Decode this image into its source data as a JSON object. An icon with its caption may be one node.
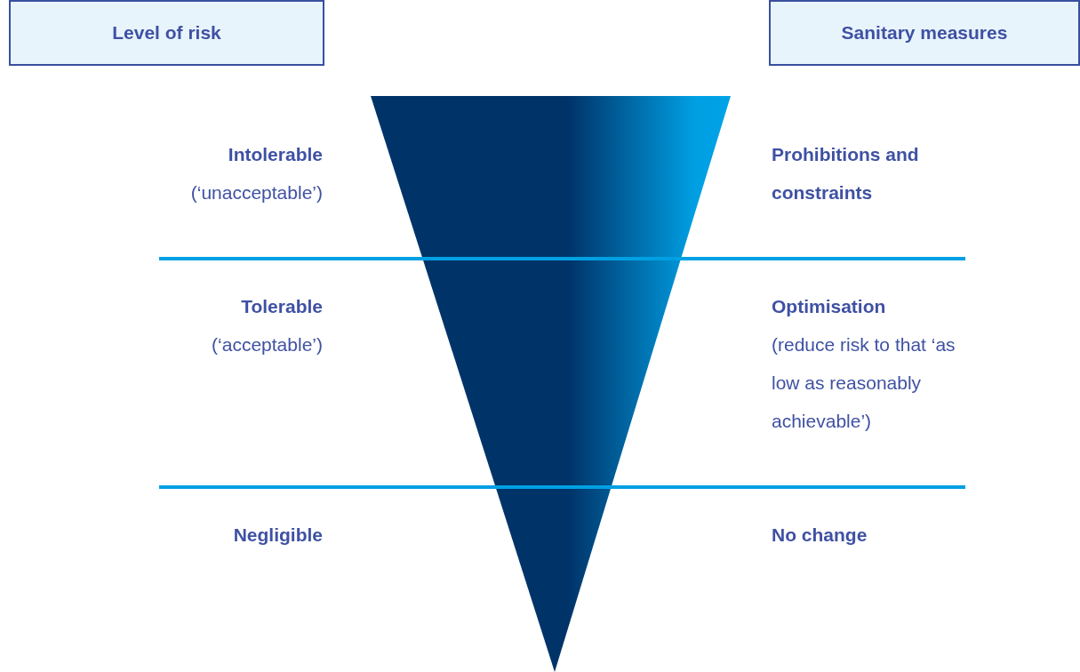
{
  "diagram": {
    "nodes": [
      {
        "text": [
          "Level of risk"
        ]
      },
      {
        "text": [
          "Sanitary measures"
        ]
      },
      {
        "text": [],
        "shape": "triangle"
      }
    ],
    "labels": [
      "Intolerable",
      "(‘unacceptable’)",
      "Prohibitions and constraints",
      "Tolerable",
      "(‘acceptable’)",
      "Optimisation",
      "(reduce risk to that ‘as low as reasonably achievable’)",
      "Negligible",
      "No change"
    ]
  }
}
